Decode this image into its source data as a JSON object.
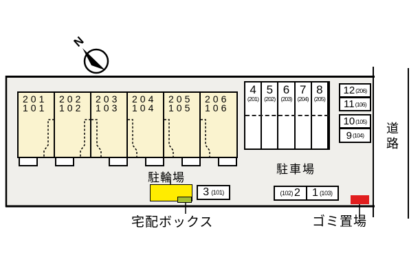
{
  "compass": {
    "north_label": "N"
  },
  "road": {
    "label": "道路"
  },
  "building": {
    "units": [
      {
        "upper": "201",
        "lower": "101"
      },
      {
        "upper": "202",
        "lower": "102"
      },
      {
        "upper": "203",
        "lower": "103"
      },
      {
        "upper": "204",
        "lower": "104"
      },
      {
        "upper": "205",
        "lower": "105"
      },
      {
        "upper": "206",
        "lower": "106"
      }
    ]
  },
  "bicycle_parking": {
    "label": "駐輪場"
  },
  "delivery_box": {
    "label": "宅配ボックス"
  },
  "parking": {
    "label": "駐車場",
    "back_row": [
      {
        "number": "4",
        "unit": "(201)"
      },
      {
        "number": "5",
        "unit": "(202)"
      },
      {
        "number": "6",
        "unit": "(203)"
      },
      {
        "number": "7",
        "unit": "(204)"
      },
      {
        "number": "8",
        "unit": "(205)"
      }
    ],
    "side_column": [
      {
        "number": "12",
        "unit": "(206)"
      },
      {
        "number": "11",
        "unit": "(106)"
      },
      {
        "number": "10",
        "unit": "(105)"
      },
      {
        "number": "9",
        "unit": "(104)"
      }
    ],
    "front_single": {
      "number": "3",
      "unit": "(101)"
    },
    "front_pair": [
      {
        "unit": "(102)",
        "number": "2"
      },
      {
        "number": "1",
        "unit": "(103)"
      }
    ]
  },
  "garbage_area": {
    "label": "ゴミ置場"
  },
  "colors": {
    "site_fill": "#f0efeb",
    "unit_fill": "#faf3cf",
    "bicycle_fill": "#ffec00",
    "delivery_fill": "#a4bf33",
    "garbage_fill": "#e11e1e"
  }
}
